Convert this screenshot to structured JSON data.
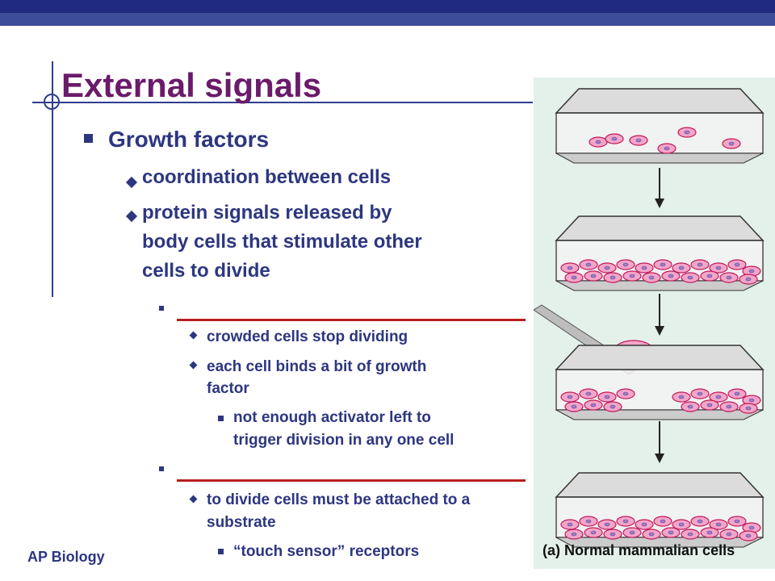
{
  "slide": {
    "title": "External signals",
    "footer": "AP Biology",
    "bullets": {
      "growth_factors": "Growth factors",
      "coordination": "coordination between cells",
      "protein_signals_line1": "protein signals released by",
      "protein_signals_line2": "body cells that stimulate other",
      "protein_signals_line3": "cells to divide",
      "crowded": "crowded cells stop dividing",
      "binds_line1": "each cell binds a bit of growth",
      "binds_line2": "factor",
      "not_enough_line1": "not enough activator left to",
      "not_enough_line2": "trigger division in any one cell",
      "attached_line1": "to divide cells must be attached to a",
      "attached_line2": "substrate",
      "touch_sensor": "“touch sensor” receptors"
    }
  },
  "figure": {
    "caption": "(a) Normal mammalian cells"
  },
  "colors": {
    "title": "#6a1b6a",
    "text": "#2d3680",
    "accent_bar": "#1f2a80",
    "blank_line": "#b81f1f",
    "figure_bg": "#e4f1ea",
    "cell_fill": "#f2a6c8",
    "cell_stroke": "#c2185b"
  }
}
